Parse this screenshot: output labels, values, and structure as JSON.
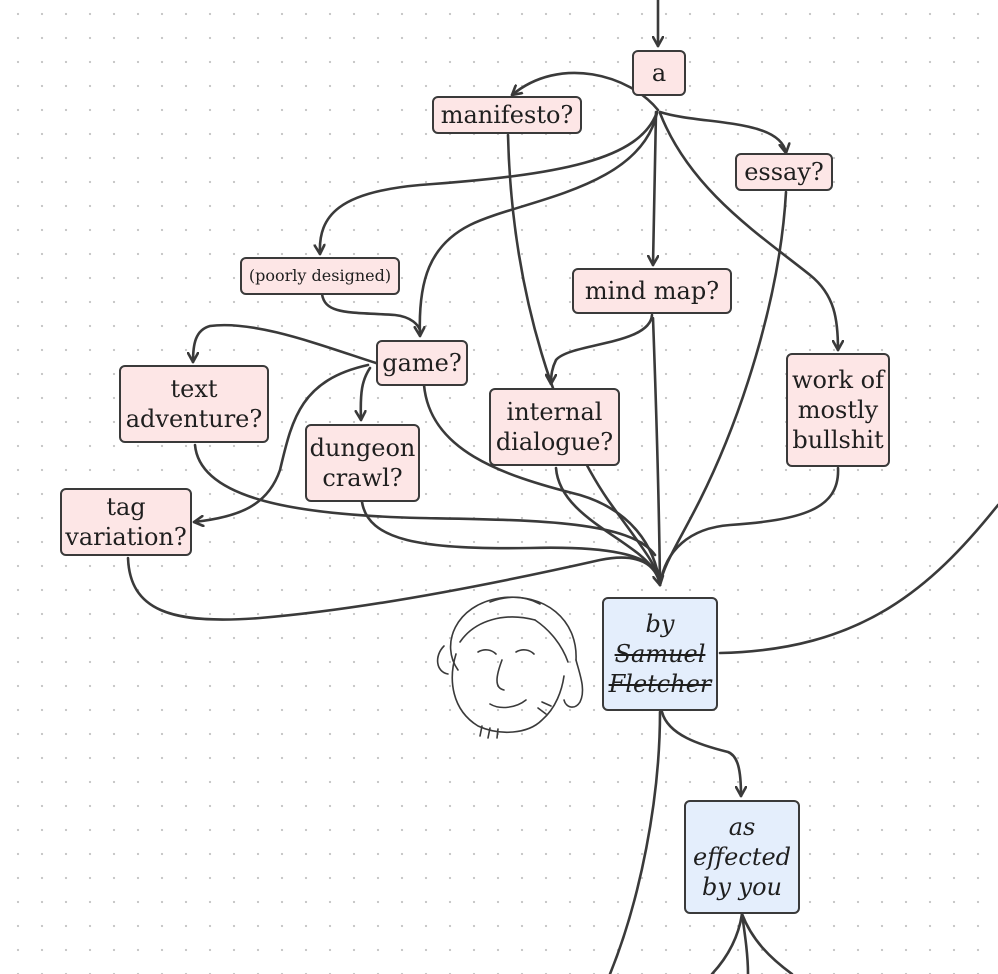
{
  "nodes": {
    "a": "a",
    "manifesto": "manifesto?",
    "essay": "essay?",
    "poorly_designed": "(poorly designed)",
    "mind_map": "mind map?",
    "game": "game?",
    "text_adventure": "text\nadventure?",
    "dungeon_crawl": "dungeon\ncrawl?",
    "internal_dialogue": "internal\ndialogue?",
    "work_of_bullshit": "work of\nmostly\nbullshit",
    "tag_variation": "tag\nvariation?",
    "by": "by",
    "samuel": "Samuel",
    "fletcher": "Fletcher",
    "as_effected": "as\neffected\nby you"
  },
  "icons": {
    "portrait": "hand-drawn-face-sketch-icon"
  },
  "colors": {
    "node_pink": "#fde6e6",
    "node_blue": "#e4eefc",
    "stroke": "#3a3a3a"
  }
}
